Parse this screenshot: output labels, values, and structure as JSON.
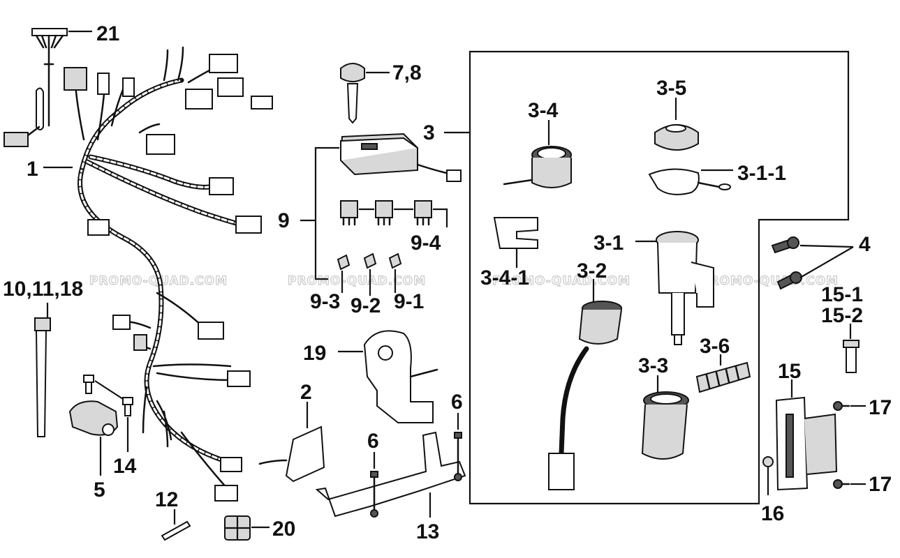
{
  "diagram": {
    "watermark": "PROMO-QUAD.COM",
    "labels": {
      "l21": "21",
      "l1": "1",
      "l78": "7,8",
      "l3": "3",
      "l9": "9",
      "l94": "9-4",
      "l93": "9-3",
      "l92": "9-2",
      "l91": "9-1",
      "l101118": "10,11,18",
      "l19": "19",
      "l2": "2",
      "l6a": "6",
      "l6b": "6",
      "l13": "13",
      "l5": "5",
      "l14": "14",
      "l12": "12",
      "l20": "20",
      "l34": "3-4",
      "l35": "3-5",
      "l311": "3-1-1",
      "l341": "3-4-1",
      "l31": "3-1",
      "l32": "3-2",
      "l33": "3-3",
      "l36": "3-6",
      "l4": "4",
      "l151": "15-1",
      "l152": "15-2",
      "l15": "15",
      "l17a": "17",
      "l17b": "17",
      "l16": "16"
    }
  }
}
